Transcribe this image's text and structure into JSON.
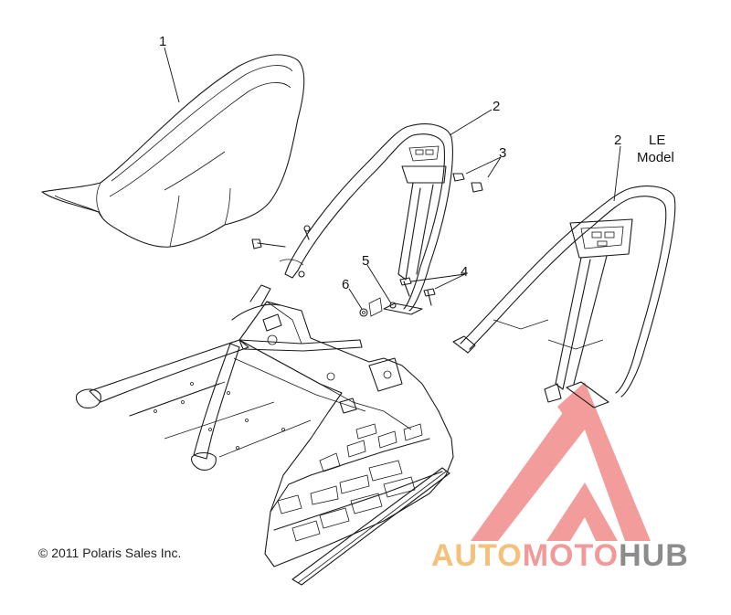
{
  "callouts": [
    {
      "id": "1",
      "text": "1"
    },
    {
      "id": "2a",
      "text": "2"
    },
    {
      "id": "2b",
      "text": "2"
    },
    {
      "id": "3",
      "text": "3"
    },
    {
      "id": "4",
      "text": "4"
    },
    {
      "id": "5",
      "text": "5"
    },
    {
      "id": "6",
      "text": "6"
    }
  ],
  "le_label": {
    "line1": "LE",
    "line2": "Model"
  },
  "copyright": "© 2011 Polaris Sales Inc.",
  "watermark": {
    "part1": "AUTO",
    "part2": "MOTO",
    "part3": "HUB",
    "colors": {
      "auto": "#f5c07a",
      "moto": "#f29a9a",
      "hub": "#8c8c8c",
      "logo": "#f07b7b"
    }
  }
}
